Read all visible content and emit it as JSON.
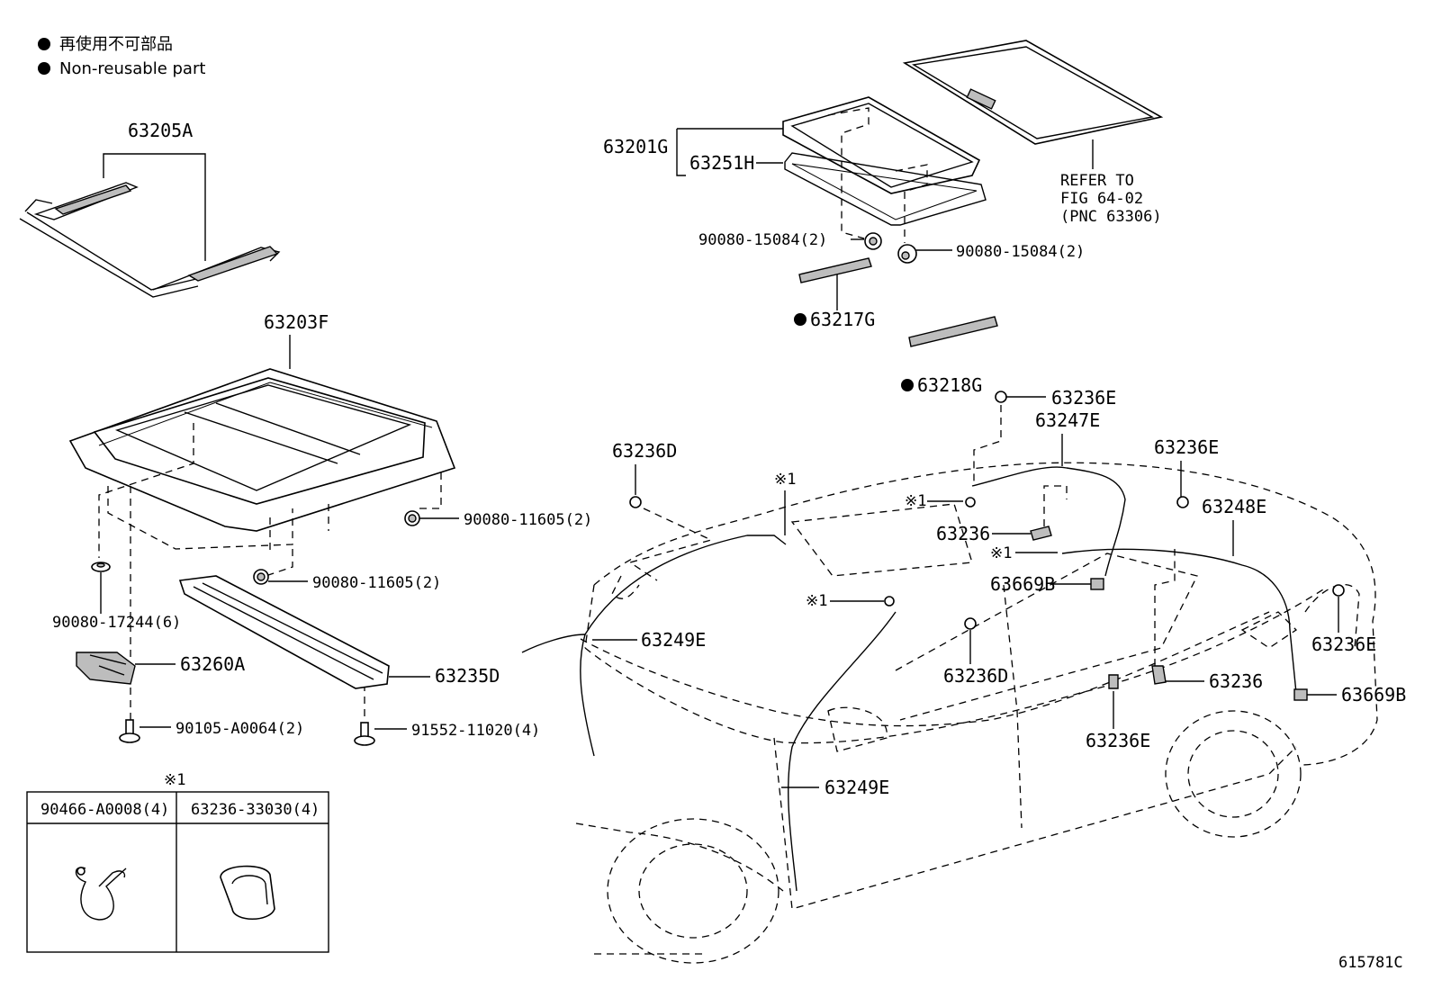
{
  "legend": {
    "jp": "再使用不可部品",
    "en": "Non-reusable part"
  },
  "labels": {
    "p63205A": "63205A",
    "p63203F": "63203F",
    "p90080_11605a": "90080-11605(2)",
    "p90080_11605b": "90080-11605(2)",
    "p90080_17244": "90080-17244(6)",
    "p63260A": "63260A",
    "p63235D": "63235D",
    "p90105": "90105-A0064(2)",
    "p91552": "91552-11020(4)",
    "p63201G": "63201G",
    "p63251H": "63251H",
    "p90080_15084a": "90080-15084(2)",
    "p90080_15084b": "90080-15084(2)",
    "p63217G": "63217G",
    "p63218G": "63218G",
    "refer1": "REFER TO",
    "refer2": "FIG 64-02",
    "refer3": "(PNC 63306)",
    "p63236E_a": "63236E",
    "p63247E": "63247E",
    "p63236E_b": "63236E",
    "p63248E": "63248E",
    "p63236D_a": "63236D",
    "p63236_a": "63236",
    "p63669B_a": "63669B",
    "p63249E_a": "63249E",
    "p63236D_b": "63236D",
    "p63236E_c": "63236E",
    "p63236_b": "63236",
    "p63669B_b": "63669B",
    "p63236E_d": "63236E",
    "p63249E_b": "63249E",
    "m1": "※1",
    "m2": "※1",
    "m3": "※1",
    "m4": "※1"
  },
  "table": {
    "mark": "※1",
    "col1": "90466-A0008(4)",
    "col2": "63236-33030(4)"
  },
  "figure_id": "615781C"
}
